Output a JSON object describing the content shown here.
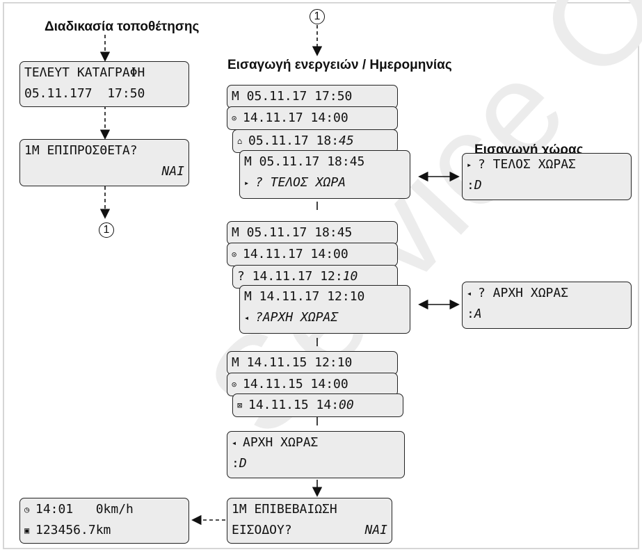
{
  "watermark": "Service Only",
  "headings": {
    "install_procedure": "Διαδικασία τοποθέτησης",
    "activities_date": "Εισαγωγή ενεργειών / Ημερομηνίας",
    "country_entry": "Εισαγωγή χώρας"
  },
  "marker": "1",
  "left_column": {
    "last_record": {
      "line1": "ΤΕΛΕΥΤ ΚΑΤΑΓΡΑΦΗ",
      "line2": "05.11.177  17:50"
    },
    "supplementary": {
      "line1": "1M ΕΠΙΠΡΟΣΘΕΤΑ?",
      "line2": "ΝΑΙ"
    },
    "standard_display": {
      "line1": "14:01   0km/h",
      "line2": "123456.7km"
    }
  },
  "group1": {
    "a": "M 05.11.17 17:50",
    "b": "14.11.17 14:00",
    "c_prefix": "05.11.17 18:",
    "c_min": "45",
    "d1": "M 05.11.17 18:45",
    "d2": "? ΤΕΛΟΣ ΧΩΡΑ"
  },
  "group2": {
    "a": "M 05.11.17 18:45",
    "b": "14.11.17 14:00",
    "c_prefix": "? 14.11.17 12:",
    "c_min": "10",
    "d1": "M 14.11.17 12:10",
    "d2": "?ΑΡΧΗ ΧΩΡΑΣ"
  },
  "group3": {
    "a": "M 14.11.15 12:10",
    "b": "14.11.15 14:00",
    "c_prefix": "14.11.15 14:",
    "c_min": "00"
  },
  "begin_country": {
    "line1": "ΑΡΧΗ ΧΩΡΑΣ",
    "line2": "D"
  },
  "confirm": {
    "line1": "1M ΕΠΙΒΕΒΑΙΩΣΗ",
    "line2": "ΕΙΣΟΔΟΥ?",
    "line2_right": "ΝΑΙ"
  },
  "right_column": {
    "end_country": {
      "line1": "? ΤΕΛΟΣ ΧΩΡΑΣ",
      "line2": "D"
    },
    "begin_country": {
      "line1": "? ΑΡΧΗ ΧΩΡΑΣ",
      "line2": "A"
    }
  },
  "icons": {
    "driving": "steering-wheel-icon",
    "rest": "bed-icon",
    "availability": "box-icon",
    "end_country": "end-country-icon",
    "begin_country": "begin-country-icon",
    "clock": "clock-icon",
    "card": "card-icon"
  },
  "colors": {
    "screen_bg": "#ececec",
    "border": "#222222",
    "frame": "#d6d6d6"
  }
}
